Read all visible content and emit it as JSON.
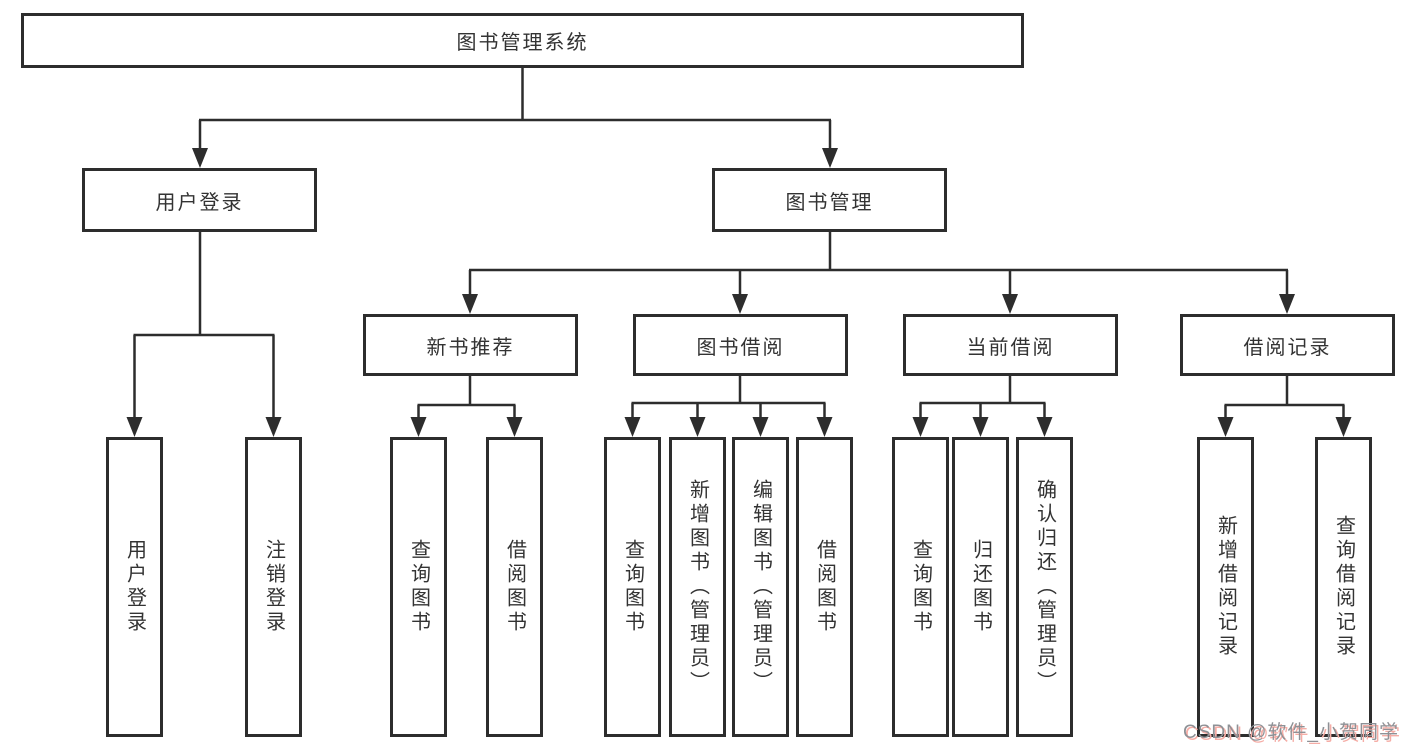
{
  "diagram": {
    "root": {
      "label": "图书管理系统"
    },
    "level1": [
      {
        "label": "用户登录"
      },
      {
        "label": "图书管理"
      }
    ],
    "level2": [
      {
        "label": "新书推荐"
      },
      {
        "label": "图书借阅"
      },
      {
        "label": "当前借阅"
      },
      {
        "label": "借阅记录"
      }
    ],
    "leaves": [
      {
        "label": "用户登录"
      },
      {
        "label": "注销登录"
      },
      {
        "label": "查询图书"
      },
      {
        "label": "借阅图书"
      },
      {
        "label": "查询图书"
      },
      {
        "label": "新增图书（管理员）"
      },
      {
        "label": "编辑图书（管理员）"
      },
      {
        "label": "借阅图书"
      },
      {
        "label": "查询图书"
      },
      {
        "label": "归还图书"
      },
      {
        "label": "确认归还（管理员）"
      },
      {
        "label": "新增借阅记录"
      },
      {
        "label": "查询借阅记录"
      }
    ],
    "watermark": "CSDN @软件_小贺同学",
    "colors": {
      "line": "#2d2d2d",
      "box_border": "#2d2d2d",
      "text": "#333333",
      "watermark_text": "#8e9196",
      "watermark_shadow": "#f5ada6",
      "background": "#ffffff"
    }
  }
}
